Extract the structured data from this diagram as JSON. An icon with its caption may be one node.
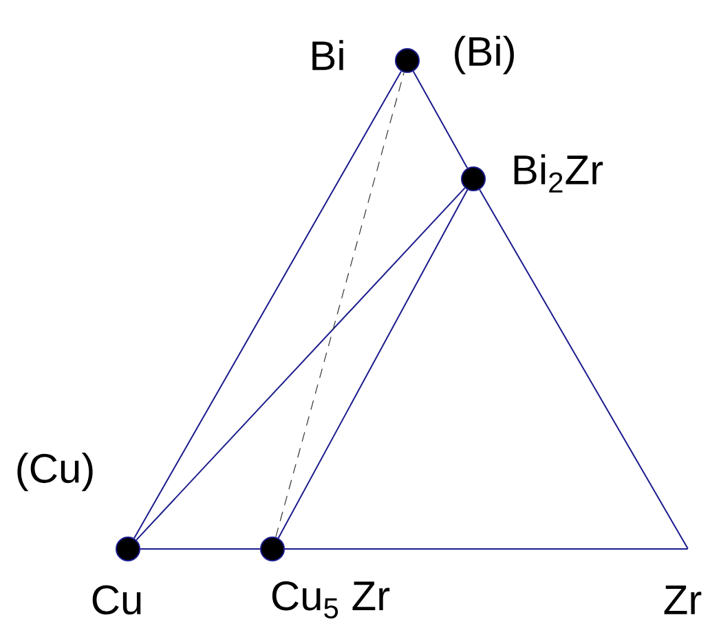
{
  "diagram": {
    "nodes": [
      {
        "text": [
          "Bi"
        ],
        "beside": [
          "(Bi)"
        ]
      },
      {
        "text": [
          "Bi$_{2}$Zr"
        ]
      },
      {
        "text": [
          "Cu"
        ],
        "beside": [
          "(Cu)"
        ]
      },
      {
        "text": [
          "Cu$_{5}$ Zr"
        ]
      },
      {
        "text": [
          "Zr"
        ]
      }
    ],
    "edges": [
      {
        "from": 0,
        "to": 1,
        "arrow": "none"
      },
      {
        "from": 1,
        "to": 4,
        "arrow": "none"
      },
      {
        "from": 2,
        "to": 0,
        "arrow": "none"
      },
      {
        "from": 2,
        "to": 3,
        "arrow": "none"
      },
      {
        "from": 3,
        "to": 4,
        "arrow": "none"
      },
      {
        "from": 2,
        "to": 1,
        "arrow": "none"
      },
      {
        "from": 3,
        "to": 1,
        "arrow": "none"
      },
      {
        "from": 3,
        "to": 0,
        "arrow": "none",
        "style": "dashed",
        "color": "#333333"
      }
    ]
  }
}
